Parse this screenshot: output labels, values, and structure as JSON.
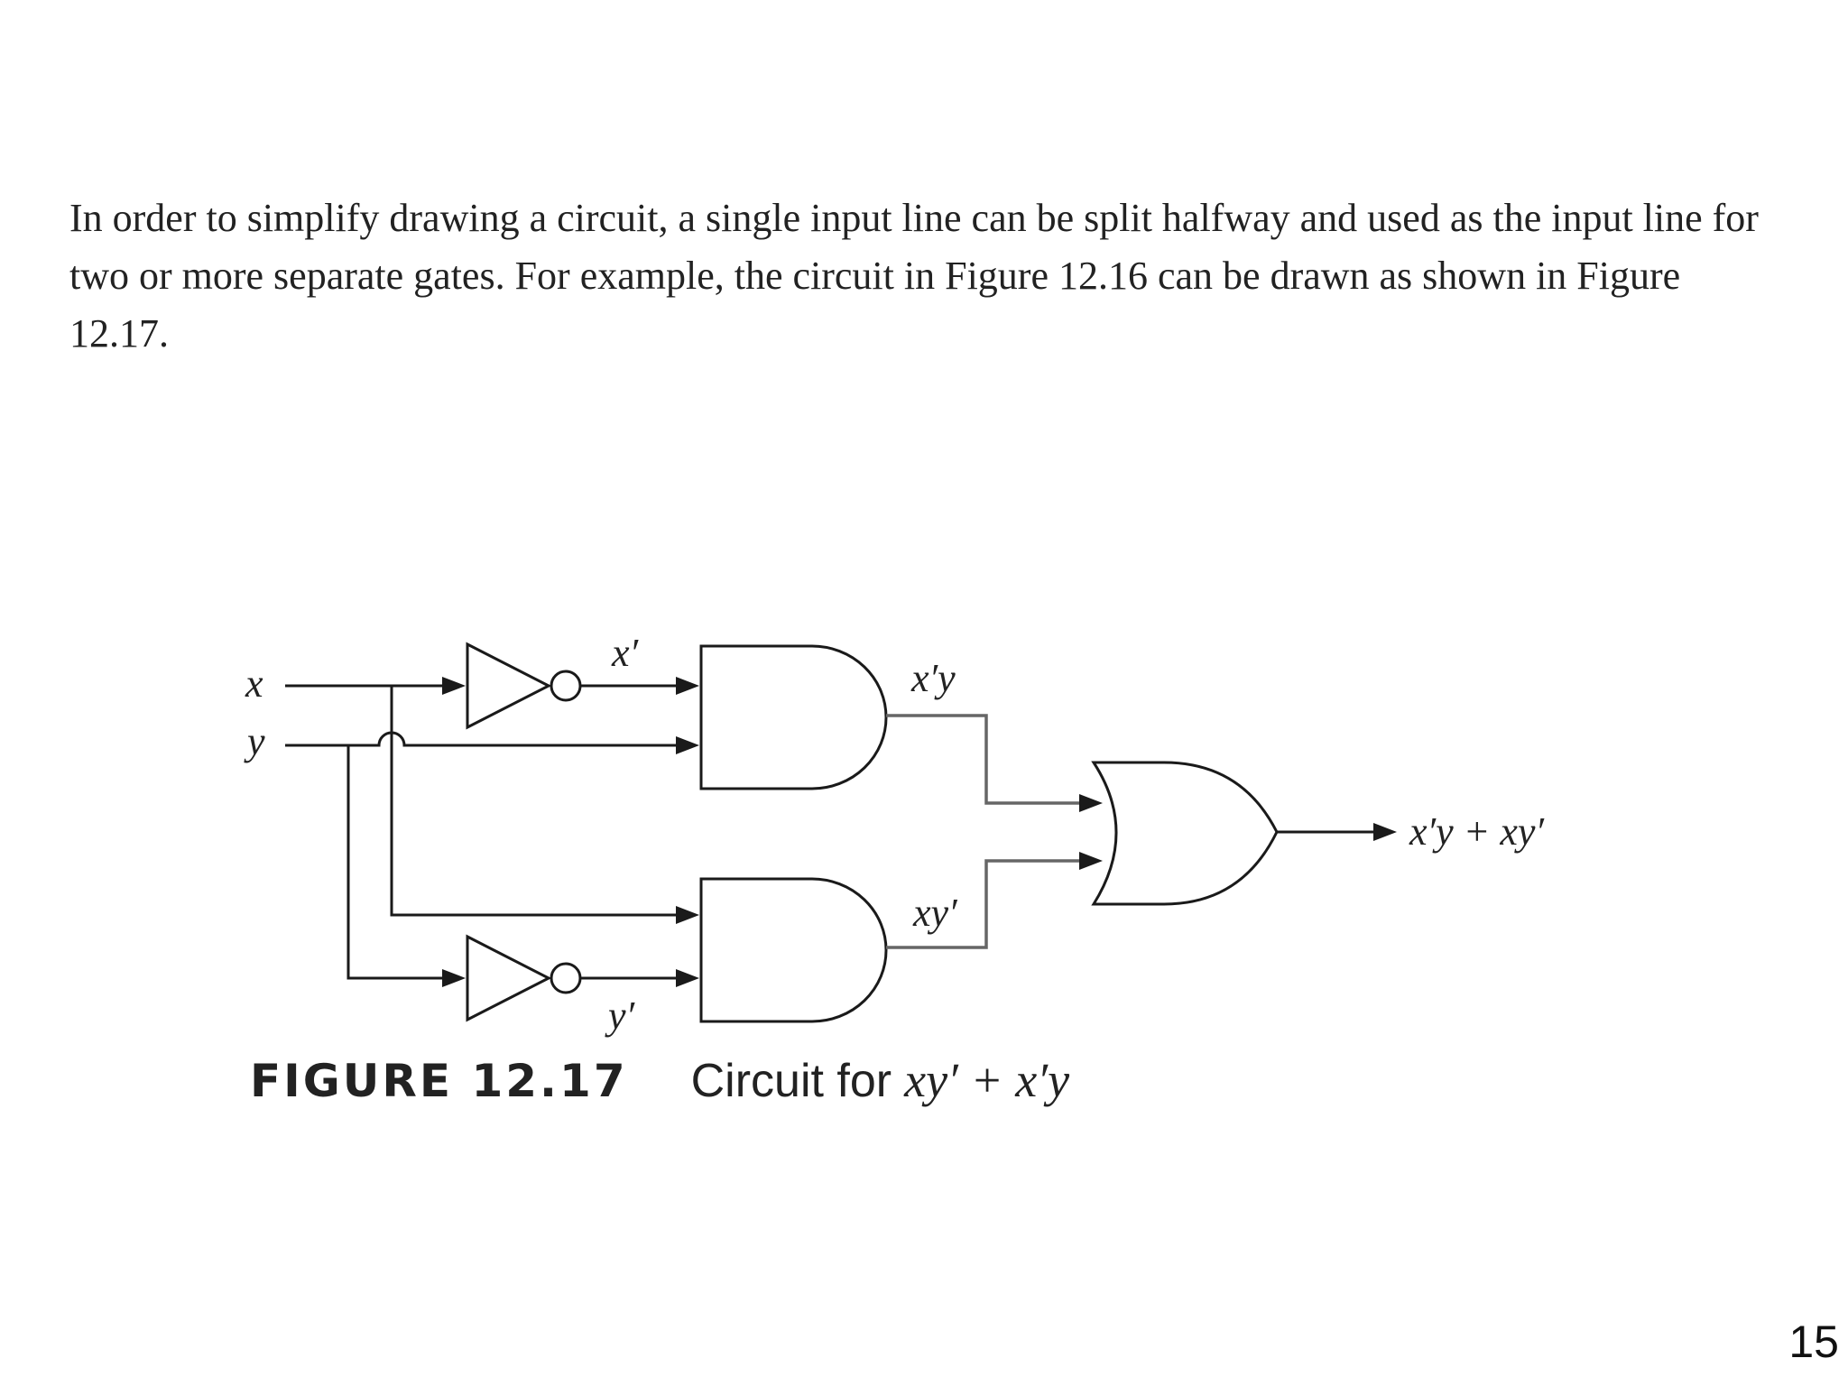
{
  "text": {
    "intro": "In order to simplify drawing a circuit, a single input line can be split halfway and used as the input line for two or more separate gates. For example, the circuit in Figure 12.16 can be drawn as shown in Figure 12.17."
  },
  "figure": {
    "label": "FIGURE 12.17",
    "title": "Circuit for",
    "expression": "xy′ + x′y"
  },
  "circuit": {
    "inputs": {
      "x": "x",
      "y": "y"
    },
    "labels": {
      "x_not": "x′",
      "y_not": "y′",
      "and_top_out": "x′y",
      "and_bottom_out": "xy′",
      "output": "x′y + xy′"
    },
    "gates": [
      "NOT",
      "NOT",
      "AND",
      "AND",
      "OR"
    ]
  },
  "page": {
    "number": "15"
  }
}
